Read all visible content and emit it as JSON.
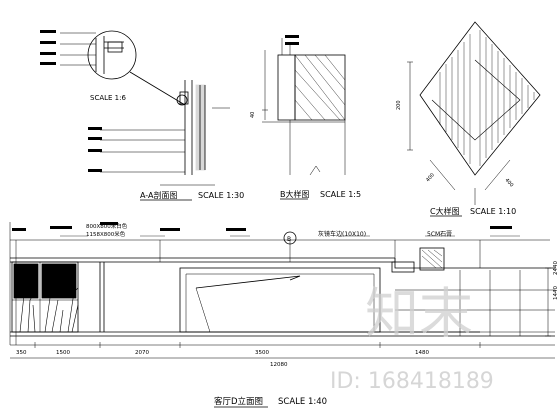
{
  "drawing": {
    "detail_a": {
      "scale_label": "SCALE 1:6",
      "title_label": "A-A剖面图",
      "title_scale": "SCALE 1:30"
    },
    "detail_b": {
      "title_label": "B大样图",
      "title_scale": "SCALE 1:5",
      "dim_vertical": "40"
    },
    "detail_c": {
      "title_label": "C大样图",
      "title_scale": "SCALE 1:10",
      "dim_left": "200",
      "dim_bottom_left": "400",
      "dim_bottom_right": "400"
    },
    "elevation": {
      "title_label": "客厅D立面图",
      "title_scale": "SCALE 1:40",
      "section_marker": "B",
      "note_materials": "800X800米白色",
      "note_materials_2": "1158X800米色",
      "note_grid": "灰镜车边(10X10)",
      "note_right": "5CM石膏",
      "dims_bottom": [
        "350",
        "1500",
        "2070",
        "3500",
        "1480"
      ],
      "dim_total": "12080",
      "dims_right": [
        "1440",
        "2440"
      ]
    }
  },
  "watermark": {
    "brand": "知末",
    "id_text": "ID: 168418189"
  }
}
